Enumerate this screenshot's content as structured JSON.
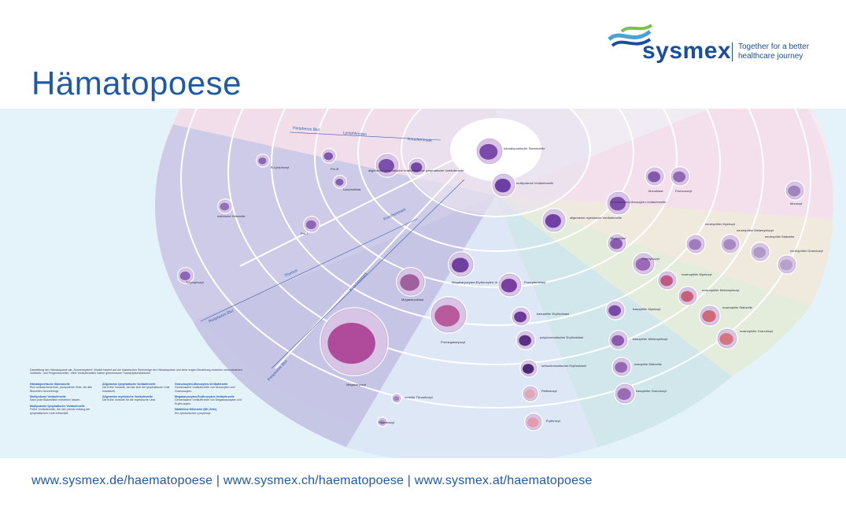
{
  "title": "Hämatopoese",
  "logo": {
    "word": "sysmex",
    "tagline_1": "Together for a better",
    "tagline_2": "healthcare journey"
  },
  "footer": "www.sysmex.de/haematopoese | www.sysmex.ch/haematopoese | www.sysmex.at/haematopoese",
  "arc_labels": {
    "peripheral_top": "Peripheres Blut",
    "lymph": "Lymphknoten",
    "knochenmark_top": "Knochenmark",
    "knochenmark_mid": "Knochenmark",
    "thymus": "Thymus",
    "peripheral_left": "Peripheres Blut",
    "knochenmark_diag": "Knochenmark",
    "peripheral_bottom": "Peripheres Blut"
  },
  "cells": [
    {
      "label": "hämatopoetische Stammzelle",
      "color": "#7b4aa8"
    },
    {
      "label": "B-Lymphozyt",
      "color": "#8a66b8"
    },
    {
      "label": "Pro-B",
      "color": "#7f58b0"
    },
    {
      "label": "Lymphoblast",
      "color": "#8060b0"
    },
    {
      "label": "allgemeine lymphatische Vorläuferzelle",
      "color": "#7a50aa"
    },
    {
      "label": "multipotente lymphatische Vorläuferzelle",
      "color": "#7448a6"
    },
    {
      "label": "multipotente Vorläuferzelle",
      "color": "#6c40a2"
    },
    {
      "label": "natürliche Killerzelle",
      "color": "#9070b8"
    },
    {
      "label": "Pro-T",
      "color": "#8a68b4"
    },
    {
      "label": "T-Lymphozyt",
      "color": "#8a66b8"
    },
    {
      "label": "allgemeine myeloische Vorläuferzelle",
      "color": "#7040a4"
    },
    {
      "label": "Monoblast",
      "color": "#8458ae"
    },
    {
      "label": "Promonozyt",
      "color": "#9068b4"
    },
    {
      "label": "Monozyt",
      "color": "#a084c0"
    },
    {
      "label": "Granulozyten-Monozyten-Vorläuferzelle",
      "color": "#7e50aa"
    },
    {
      "label": "Myeloblast",
      "color": "#8a5cb0"
    },
    {
      "label": "Promyelozyt",
      "color": "#9a6ab4"
    },
    {
      "label": "neutrophiler Myelozyt",
      "color": "#a07cbc"
    },
    {
      "label": "neutrophiler Metamyelozyt",
      "color": "#a888c2"
    },
    {
      "label": "neutrophile Stabzelle",
      "color": "#b098c8"
    },
    {
      "label": "neutrophiler Granulozyt",
      "color": "#b8a0cc"
    },
    {
      "label": "eosinophiler Myelozyt",
      "color": "#c05a80"
    },
    {
      "label": "eosinophiler Metamyelozyt",
      "color": "#c8607a"
    },
    {
      "label": "eosinophile Stabzelle",
      "color": "#d06a78"
    },
    {
      "label": "eosinophiler Granulozyt",
      "color": "#d87480"
    },
    {
      "label": "basophiler Myelozyt",
      "color": "#7a4aa8"
    },
    {
      "label": "basophiler Metamyelozyt",
      "color": "#8a5aae"
    },
    {
      "label": "basophile Stabzelle",
      "color": "#9468b2"
    },
    {
      "label": "basophiler Granulozyt",
      "color": "#9a6cb6"
    },
    {
      "label": "Megakaryozyten-Erythrozyten-Vorläuferzelle",
      "color": "#7040a0"
    },
    {
      "label": "Megakaryoblast",
      "color": "#a0609c"
    },
    {
      "label": "Promegakaryozyt",
      "color": "#b85a9c"
    },
    {
      "label": "Megakaryozyt",
      "color": "#b04a9a"
    },
    {
      "label": "Proerythroblast",
      "color": "#7a3ea0"
    },
    {
      "label": "basophiler Erythroblast",
      "color": "#6a3a96"
    },
    {
      "label": "polychromatischer Erythroblast",
      "color": "#5a3080"
    },
    {
      "label": "orthochromatischer Erythroblast",
      "color": "#4a2a70"
    },
    {
      "label": "Retikulozyt",
      "color": "#e0a8b4"
    },
    {
      "label": "Erythrozyt",
      "color": "#e49cac"
    },
    {
      "label": "unreifer Thrombozyt",
      "color": "#9a88c0"
    },
    {
      "label": "Thrombozyt",
      "color": "#a898c8"
    }
  ],
  "legend": {
    "intro": "Darstellung der Hämatopoese als „Sonnensystem“-Modell basiert auf der klassischen Stufenfolge der Hämatopoese und einer engen Beziehung zwischen verschiedenen Vorläufer- und Progenitorzellen. Viele Vorläuferzellen haben gemeinsame Transkriptionsfaktoren.",
    "col1": [
      {
        "h": "Hämatopoetische Stammzelle",
        "t": "Eine selbsterneuernde, pluripotente Zelle, die alle Blutzellen hervorbringt."
      },
      {
        "h": "Multipotente Vorläuferzelle",
        "t": "Kann jede Blutzelllinie entstehen lassen."
      },
      {
        "h": "Multipotente lymphatische Vorläuferzelle",
        "t": "Frühe Vorläuferzelle, die sich primär entlang der lymphatischen Linie entwickelt."
      }
    ],
    "col2": [
      {
        "h": "Allgemeine lymphatische Vorläuferzelle",
        "t": "Die frühe Vorstufe, bei der sich die lymphatische Linie entwickelt."
      },
      {
        "h": "Allgemeine myeloische Vorläuferzelle",
        "t": "Die frühe Vorstufe für die myeloische Linie."
      }
    ],
    "col3": [
      {
        "h": "Granulozyten-Monozyten-Vorläuferzelle",
        "t": "Gemeinsame Vorläuferzelle von Monozyten und Granulozyten."
      },
      {
        "h": "Megakaryozyten-Erythrozyten-Vorläuferzelle",
        "t": "Gemeinsame Vorläuferzelle von Megakaryozyten und Erythrozyten."
      },
      {
        "h": "Natürliche Killerzelle (NK-Zelle)",
        "t": "Ein zytotoxischer Lymphozyt."
      }
    ]
  }
}
